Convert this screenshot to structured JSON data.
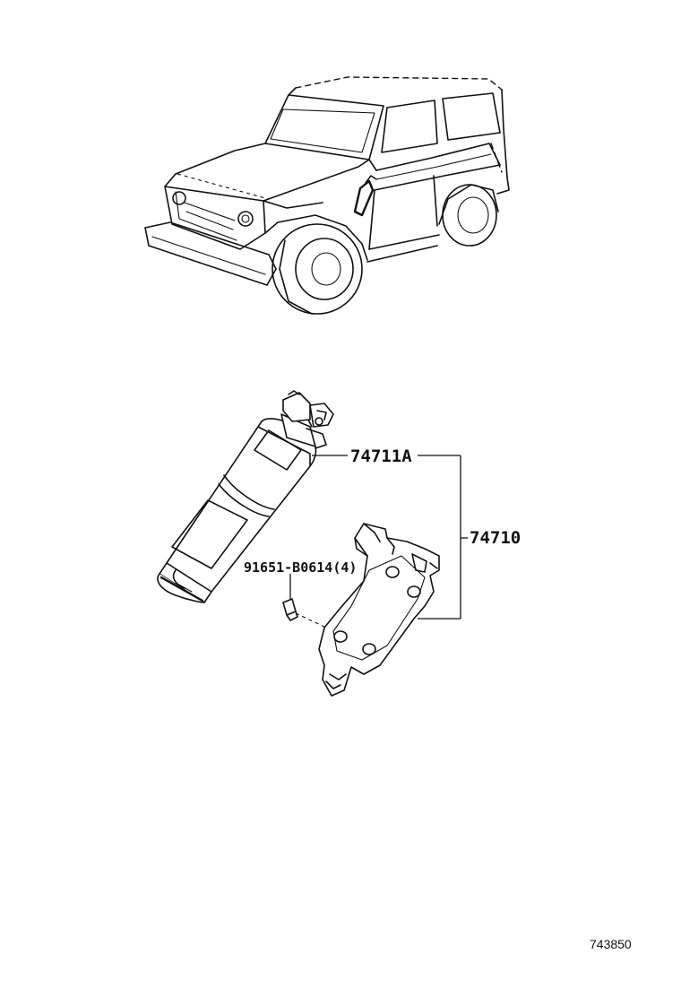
{
  "labels": {
    "cylinder": "74711A",
    "assembly": "74710",
    "bolt": "91651-B0614(4)"
  },
  "catalog_id": "743850",
  "colors": {
    "ink": "#111111",
    "paper": "#ffffff"
  }
}
